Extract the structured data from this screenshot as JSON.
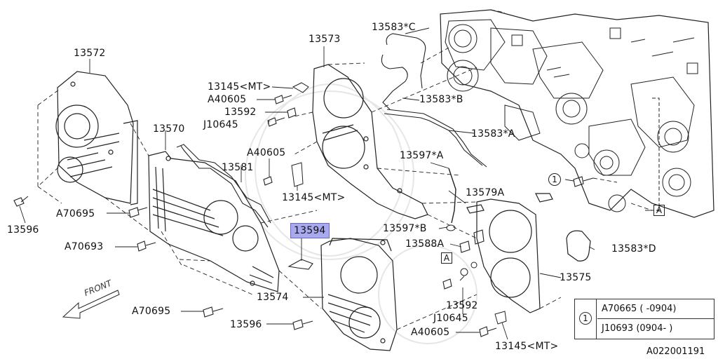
{
  "labels": {
    "p13572": "13572",
    "p13573": "13573",
    "p13583c": "13583*C",
    "p13583b": "13583*B",
    "p13583a": "13583*A",
    "p13583d": "13583*D",
    "p13145a": "13145<MT>",
    "p13145b": "13145<MT>",
    "p13145c": "13145<MT>",
    "pA40605a": "A40605",
    "pA40605b": "A40605",
    "pA40605c": "A40605",
    "p13592a": "13592",
    "p13592b": "13592",
    "pJ10645a": "J10645",
    "pJ10645b": "J10645",
    "p13570": "13570",
    "p13581": "13581",
    "p13597a": "13597*A",
    "p13597b": "13597*B",
    "p13579a": "13579A",
    "p13596a": "13596",
    "p13596b": "13596",
    "pA70695a": "A70695",
    "pA70695b": "A70695",
    "pA70693": "A70693",
    "p13594": "13594",
    "p13588a": "13588A",
    "p13574": "13574",
    "p13575": "13575"
  },
  "markers": {
    "box_a": "A",
    "circle_1": "1"
  },
  "legend": {
    "num": "1",
    "row1": "A70665 ( -0904)",
    "row2": "J10693 (0904- )"
  },
  "front_label": "FRONT",
  "figure_id": "A022001191",
  "highlight_color": "#a9a9ef"
}
